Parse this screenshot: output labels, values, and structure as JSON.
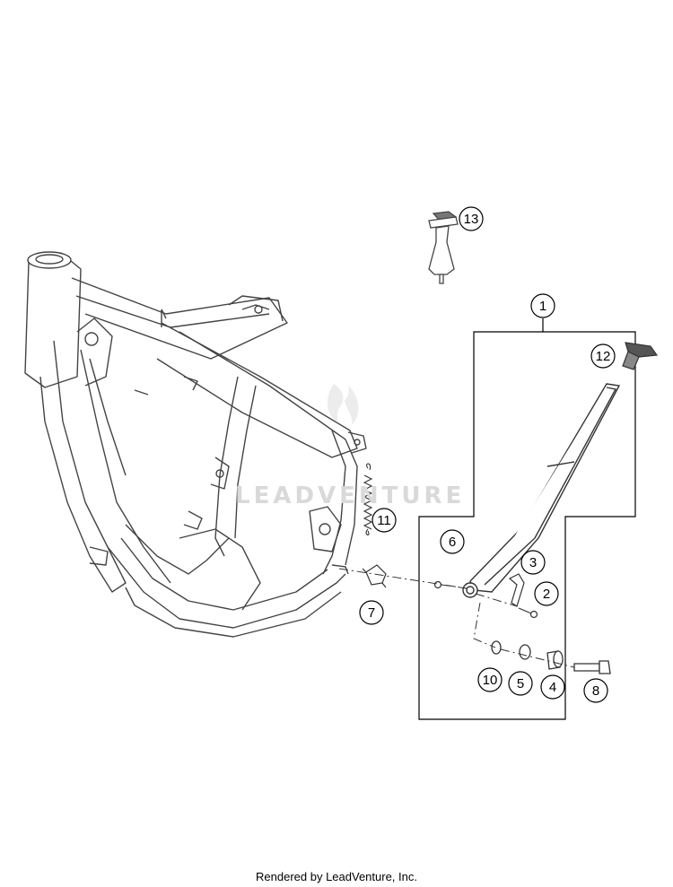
{
  "watermark": "LEADVENTURE",
  "footer": "Rendered by LeadVenture, Inc.",
  "callouts": [
    {
      "id": "1",
      "label": "1"
    },
    {
      "id": "2",
      "label": "2"
    },
    {
      "id": "3",
      "label": "3"
    },
    {
      "id": "4",
      "label": "4"
    },
    {
      "id": "5",
      "label": "5"
    },
    {
      "id": "6",
      "label": "6"
    },
    {
      "id": "7",
      "label": "7"
    },
    {
      "id": "8",
      "label": "8"
    },
    {
      "id": "10",
      "label": "10"
    },
    {
      "id": "11",
      "label": "11"
    },
    {
      "id": "12",
      "label": "12"
    },
    {
      "id": "13",
      "label": "13"
    }
  ]
}
